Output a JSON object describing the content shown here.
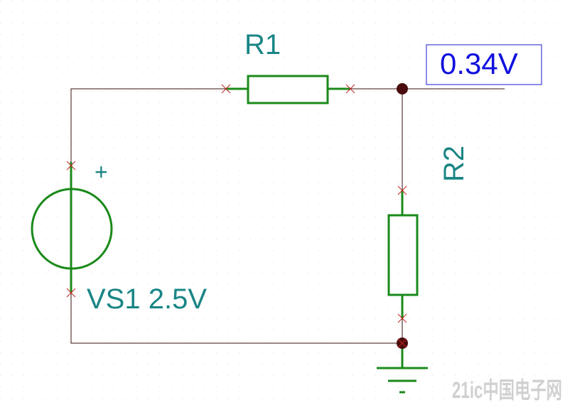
{
  "colors": {
    "wire": "#3a1010",
    "component": "#1a8a1a",
    "label": "#1a8585",
    "probe": "#1010e0",
    "pin_mark": "#c02020",
    "junction": "#4a0c0c"
  },
  "components": {
    "r1": {
      "label": "R1"
    },
    "r2": {
      "label": "R2"
    },
    "vs1": {
      "label": "VS1 2.5V",
      "polarity": "+"
    }
  },
  "probe": {
    "value": "0.34V"
  },
  "watermark": {
    "text": "21ic中国电子网"
  }
}
